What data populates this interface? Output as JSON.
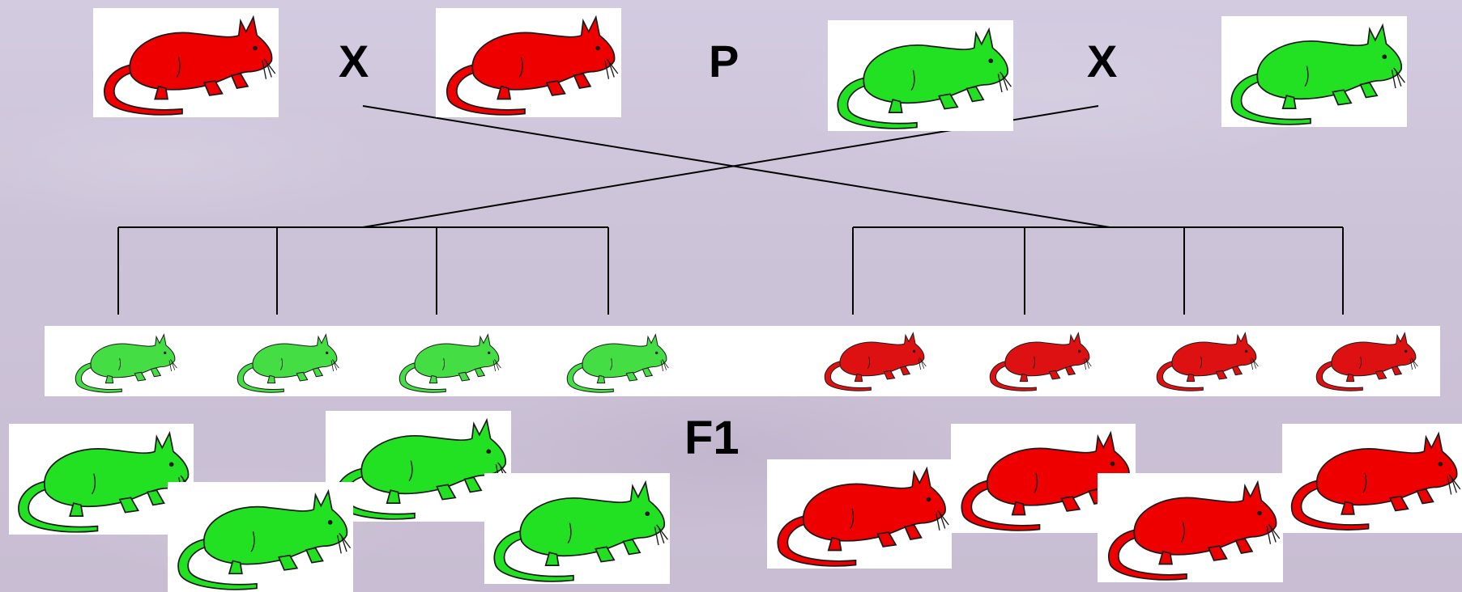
{
  "labels": {
    "cross_1": "X",
    "parental_generation": "P",
    "cross_2": "X",
    "first_filial_generation": "F1"
  },
  "colors": {
    "red_rat": "#ee0000",
    "green_rat": "#22e022",
    "outline": "#1a1a1a",
    "line": "#000000",
    "card": "#ffffff"
  },
  "icons": {
    "rat": "rat-icon"
  }
}
